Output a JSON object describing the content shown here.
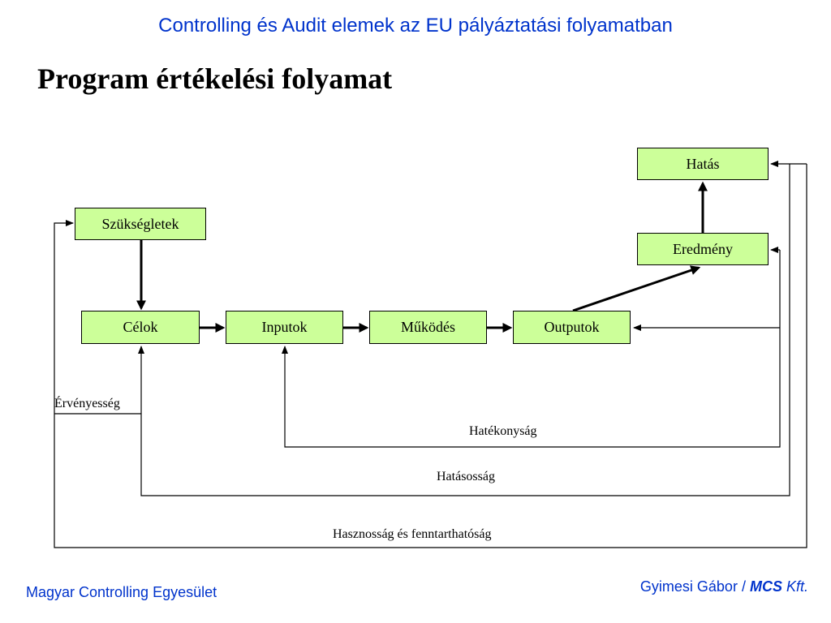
{
  "header": {
    "title": "Controlling és Audit elemek az EU pályáztatási folyamatban"
  },
  "slide": {
    "title": "Program értékelési folyamat"
  },
  "diagram": {
    "boxes": {
      "hatas": "Hatás",
      "szuksegletek": "Szükségletek",
      "eredmeny": "Eredmény",
      "celok": "Célok",
      "inputok": "Inputok",
      "mukodes": "Működés",
      "outputok": "Outputok"
    },
    "labels": {
      "ervenyesseg": "Érvényesség",
      "hatekonysag": "Hatékonyság",
      "hatasossag": "Hatásosság",
      "hasznossag": "Hasznosság és fenntarthatóság"
    },
    "box_color": "#ccff99"
  },
  "footer": {
    "left": "Magyar Controlling Egyesület",
    "author": "Gyimesi Gábor /",
    "company": "MCS",
    "suffix": "Kft."
  },
  "colors": {
    "accent": "#0033cc"
  }
}
